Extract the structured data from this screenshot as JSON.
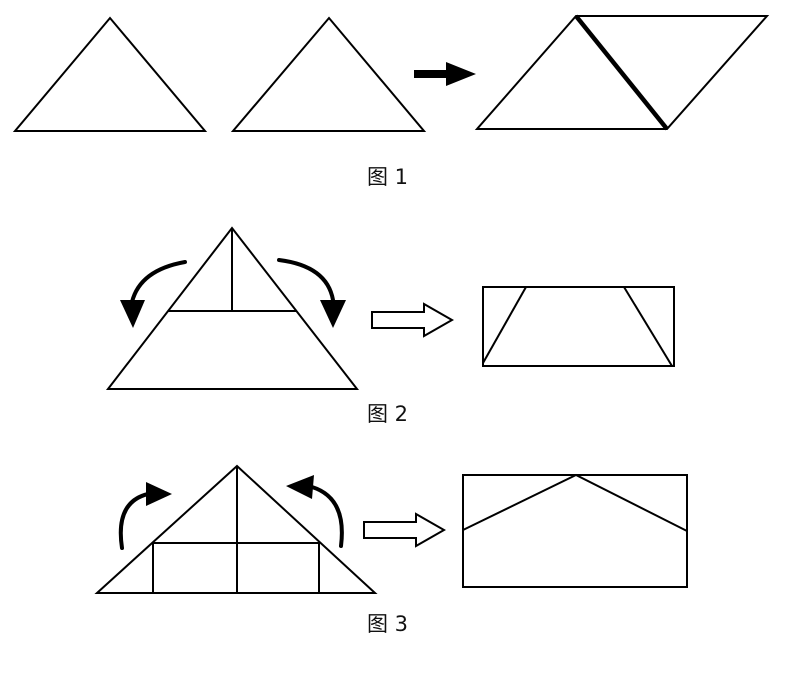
{
  "figures": {
    "figure1": {
      "caption": "图 1"
    },
    "figure2": {
      "caption": "图 2"
    },
    "figure3": {
      "caption": "图 3"
    }
  },
  "colors": {
    "stroke": "#000000",
    "background": "#ffffff"
  }
}
